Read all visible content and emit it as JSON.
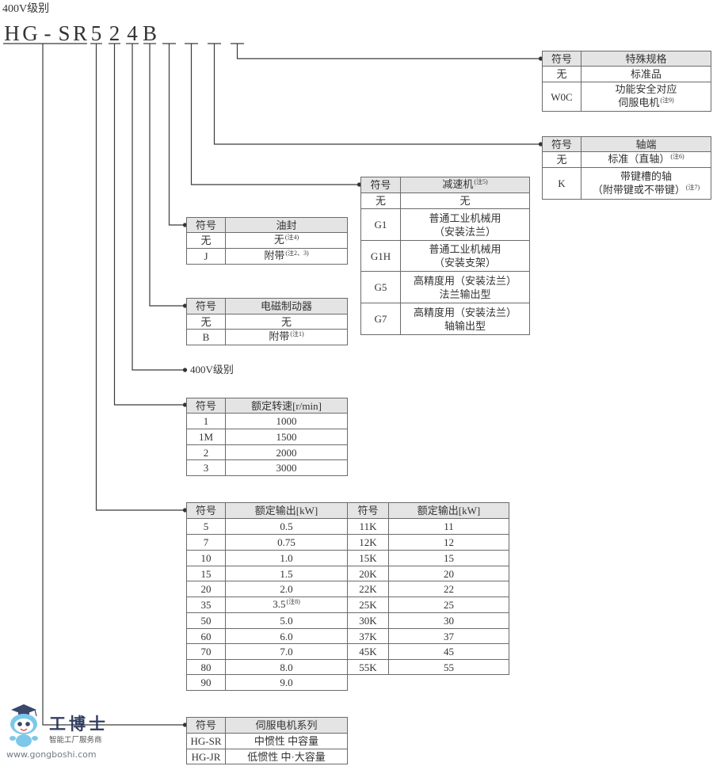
{
  "model_code": {
    "title": "400V级别",
    "chars": [
      "H",
      "G",
      "-",
      "S",
      "R",
      "5",
      "2",
      "4",
      "B"
    ]
  },
  "voltage_class_label": "400V级别",
  "tables": {
    "special_spec": {
      "header": [
        "符号",
        "特殊规格"
      ],
      "rows": [
        [
          "无",
          "标准品"
        ],
        [
          "W0C",
          {
            "lines": [
              "功能安全对应",
              "伺服电机"
            ],
            "note": "(注9)"
          }
        ]
      ]
    },
    "shaft_end": {
      "header": [
        "符号",
        "轴端"
      ],
      "rows": [
        [
          "无",
          {
            "lines": [
              "标准（直轴）"
            ],
            "note": "(注6)"
          }
        ],
        [
          "K",
          {
            "lines": [
              "带键槽的轴",
              "（附带键或不带键）"
            ],
            "note": "(注7)"
          }
        ]
      ]
    },
    "reducer": {
      "header": [
        "符号",
        {
          "lines": [
            "减速机"
          ],
          "note": "(注5)"
        }
      ],
      "rows": [
        [
          "无",
          "无"
        ],
        [
          "G1",
          {
            "lines": [
              "普通工业机械用",
              "（安装法兰）"
            ]
          }
        ],
        [
          "G1H",
          {
            "lines": [
              "普通工业机械用",
              "（安装支架）"
            ]
          }
        ],
        [
          "G5",
          {
            "lines": [
              "高精度用（安装法兰）",
              "法兰输出型"
            ]
          }
        ],
        [
          "G7",
          {
            "lines": [
              "高精度用（安装法兰）",
              "轴输出型"
            ]
          }
        ]
      ]
    },
    "oil_seal": {
      "header": [
        "符号",
        "油封"
      ],
      "rows": [
        [
          "无",
          {
            "lines": [
              "无"
            ],
            "note": "(注4)"
          }
        ],
        [
          "J",
          {
            "lines": [
              "附带"
            ],
            "note": "(注2、3)"
          }
        ]
      ]
    },
    "brake": {
      "header": [
        "符号",
        "电磁制动器"
      ],
      "rows": [
        [
          "无",
          "无"
        ],
        [
          "B",
          {
            "lines": [
              "附带"
            ],
            "note": "(注1)"
          }
        ]
      ]
    },
    "rated_speed": {
      "header": [
        "符号",
        "额定转速[r/min]"
      ],
      "rows": [
        [
          "1",
          "1000"
        ],
        [
          "1M",
          "1500"
        ],
        [
          "2",
          "2000"
        ],
        [
          "3",
          "3000"
        ]
      ]
    },
    "rated_output": {
      "header": [
        "符号",
        "额定输出[kW]",
        "符号",
        "额定输出[kW]"
      ],
      "rows": [
        [
          "5",
          "0.5",
          "11K",
          "11"
        ],
        [
          "7",
          "0.75",
          "12K",
          "12"
        ],
        [
          "10",
          "1.0",
          "15K",
          "15"
        ],
        [
          "15",
          "1.5",
          "20K",
          "20"
        ],
        [
          "20",
          "2.0",
          "22K",
          "22"
        ],
        [
          "35",
          {
            "lines": [
              "3.5"
            ],
            "note": "(注8)"
          },
          "25K",
          "25"
        ],
        [
          "50",
          "5.0",
          "30K",
          "30"
        ],
        [
          "60",
          "6.0",
          "37K",
          "37"
        ],
        [
          "70",
          "7.0",
          "45K",
          "45"
        ],
        [
          "80",
          "8.0",
          "55K",
          "55"
        ],
        [
          "90",
          "9.0"
        ]
      ]
    },
    "series": {
      "header": [
        "符号",
        "伺服电机系列"
      ],
      "rows": [
        [
          "HG-SR",
          "中惯性 中容量"
        ],
        [
          "HG-JR",
          "低惯性 中·大容量"
        ]
      ]
    }
  },
  "watermark": {
    "brand": "工博士",
    "slogan": "智能工厂服务商",
    "url": "www.gongboshi.com"
  }
}
